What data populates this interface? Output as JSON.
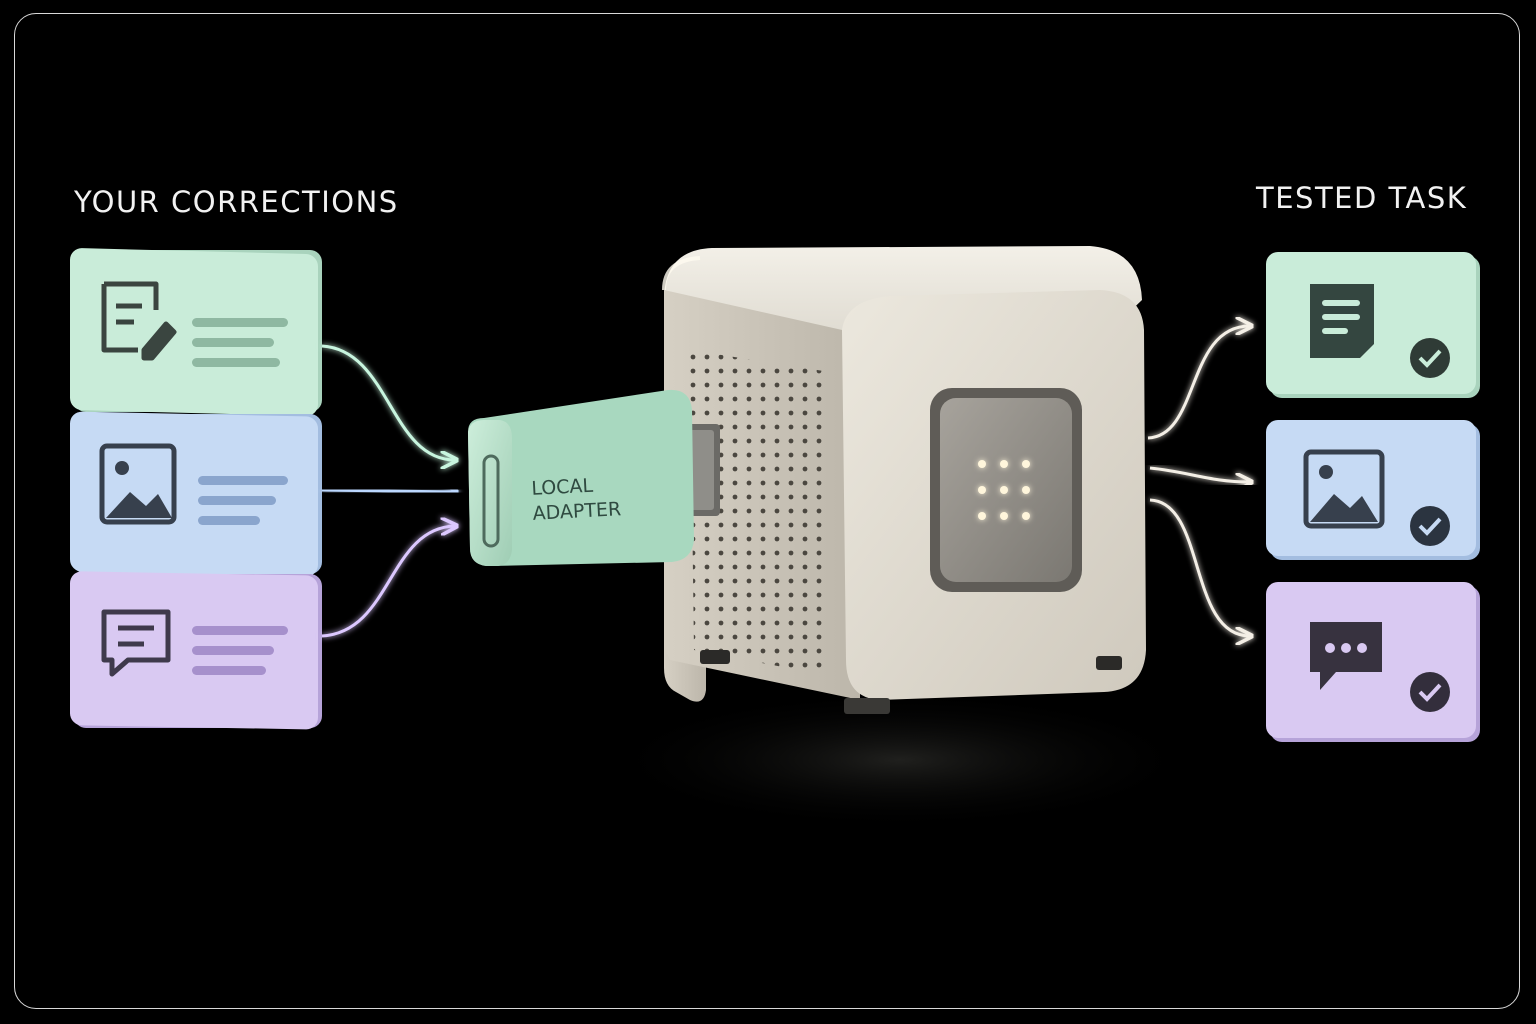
{
  "left_heading": "YOUR CORRECTIONS",
  "right_heading": "TESTED TASK",
  "adapter": {
    "line1": "LOCAL",
    "line2": "ADAPTER"
  },
  "inputs": [
    {
      "icon": "document-edit-icon",
      "color": "#c9ecd9"
    },
    {
      "icon": "image-icon",
      "color": "#c6daf4"
    },
    {
      "icon": "chat-bubble-icon",
      "color": "#d9c9f2"
    }
  ],
  "outputs": [
    {
      "icon": "document-icon",
      "color": "#c9ecd9"
    },
    {
      "icon": "image-icon",
      "color": "#c6daf4"
    },
    {
      "icon": "chat-dots-icon",
      "color": "#d9c9f2"
    }
  ],
  "colors": {
    "background": "#000000",
    "device": "#e4dfd4",
    "adapter": "#bfe3cf",
    "arrow_green": "#c8f5df",
    "arrow_blue": "#bcd8ff",
    "arrow_purple": "#dcc8ff"
  }
}
